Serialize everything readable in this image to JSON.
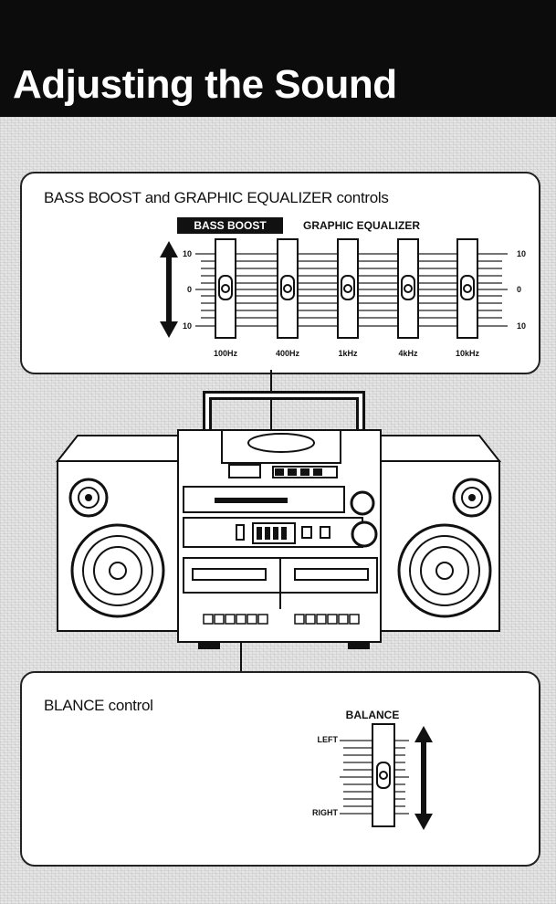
{
  "page": {
    "title": "Adjusting the Sound"
  },
  "eq_section": {
    "title": "BASS BOOST and GRAPHIC EQUALIZER controls",
    "bass_boost_label": "BASS BOOST",
    "graphic_eq_label": "GRAPHIC EQUALIZER",
    "scale_top": "10",
    "scale_mid": "0",
    "scale_bottom": "10",
    "bands": [
      "100Hz",
      "400Hz",
      "1kHz",
      "4kHz",
      "10kHz"
    ]
  },
  "balance_section": {
    "title": "BLANCE control",
    "label": "BALANCE",
    "left_label": "LEFT",
    "right_label": "RIGHT"
  }
}
